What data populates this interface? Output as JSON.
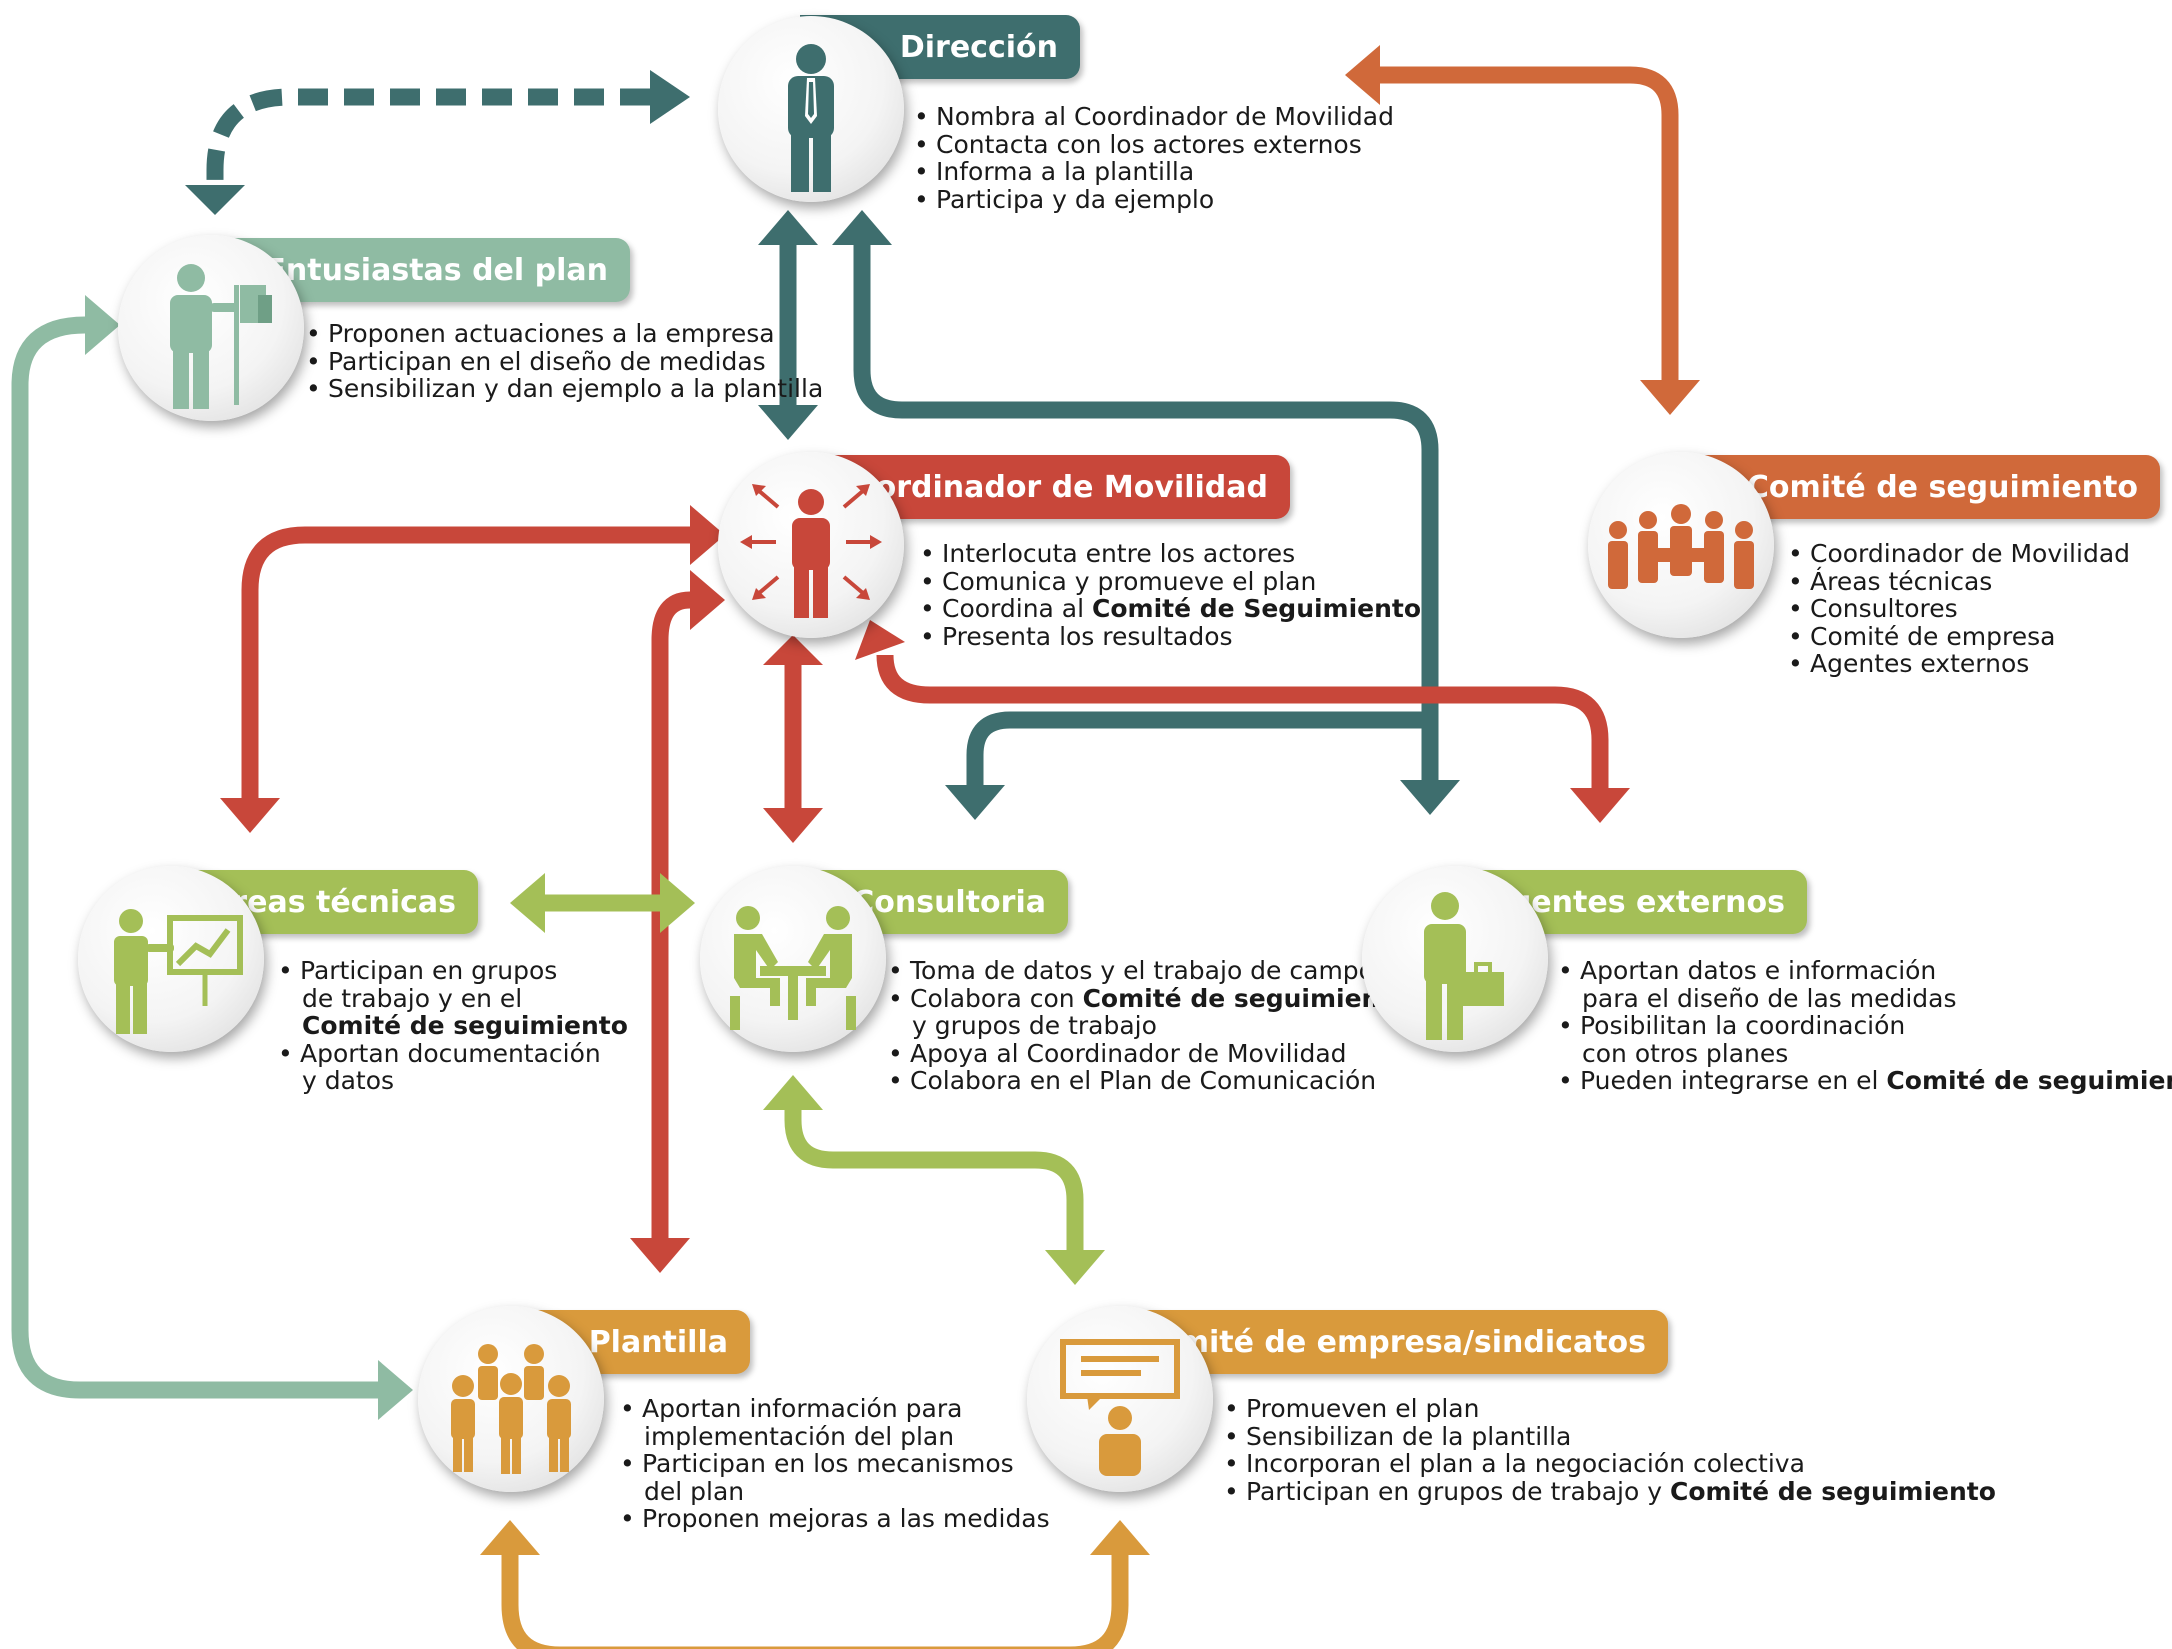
{
  "nodes": {
    "direccion": {
      "title": "Dirección",
      "color": "#3e6e6e",
      "icon": "businessman-icon",
      "items": [
        {
          "text": "Nombra al Coordinador de Movilidad"
        },
        {
          "text": "Contacta con los actores externos"
        },
        {
          "text": "Informa a la plantilla"
        },
        {
          "text": "Participa y da ejemplo"
        }
      ]
    },
    "entusiastas": {
      "title": "Entusiastas del plan",
      "color": "#8fbba3",
      "icon": "presenter-flag-icon",
      "items": [
        {
          "text": "Proponen actuaciones a la empresa"
        },
        {
          "text": "Participan en el diseño de medidas"
        },
        {
          "text": "Sensibilizan y dan ejemplo a la plantilla"
        }
      ]
    },
    "coordinador": {
      "title": "Coordinador de Movilidad",
      "color": "#c8473a",
      "icon": "person-radiating-arrows-icon",
      "items": [
        {
          "text": "Interlocuta entre los actores"
        },
        {
          "text": "Comunica y promueve el plan"
        },
        {
          "text": "Coordina al ",
          "bold": "Comité de Seguimiento"
        },
        {
          "text": "Presenta los resultados"
        }
      ]
    },
    "comite_seguimiento": {
      "title": "Comité de seguimiento",
      "color": "#d0693a",
      "icon": "group-of-people-icon",
      "items": [
        {
          "text": "Coordinador de Movilidad"
        },
        {
          "text": "Áreas técnicas"
        },
        {
          "text": "Consultores"
        },
        {
          "text": "Comité de empresa"
        },
        {
          "text": "Agentes externos"
        }
      ]
    },
    "areas": {
      "title": "Áreas técnicas",
      "color": "#a4bf57",
      "icon": "presenter-chart-icon",
      "items": [
        {
          "text": "Participan en grupos",
          "cont": "de trabajo y en el",
          "cont_bold": "Comité de seguimiento"
        },
        {
          "text": "Aportan documentación",
          "cont": "y datos"
        }
      ]
    },
    "consultoria": {
      "title": "Consultoria",
      "color": "#a4bf57",
      "icon": "meeting-table-icon",
      "items": [
        {
          "text": "Toma de datos y el trabajo de campo"
        },
        {
          "text": "Colabora con ",
          "bold": "Comité de seguimiento",
          "cont": "y grupos de trabajo"
        },
        {
          "text": "Apoya al Coordinador de Movilidad"
        },
        {
          "text": "Colabora en el Plan de Comunicación"
        }
      ]
    },
    "agentes": {
      "title": "Agentes externos",
      "color": "#a4bf57",
      "icon": "person-briefcase-icon",
      "items": [
        {
          "text": "Aportan datos e información",
          "cont": "para el diseño de las medidas"
        },
        {
          "text": "Posibilitan la coordinación",
          "cont": "con otros planes"
        },
        {
          "text": "Pueden integrarse en el ",
          "bold": "Comité de seguimiento"
        }
      ]
    },
    "plantilla": {
      "title": "Plantilla",
      "color": "#d99a3c",
      "icon": "crowd-of-workers-icon",
      "items": [
        {
          "text": "Aportan información para",
          "cont": "implementación del plan"
        },
        {
          "text": "Participan en los mecanismos",
          "cont": "del plan"
        },
        {
          "text": "Proponen mejoras a las medidas"
        }
      ]
    },
    "comite_empresa": {
      "title": "Comité de empresa/sindicatos",
      "color": "#d99a3c",
      "icon": "person-speech-bubble-icon",
      "items": [
        {
          "text": "Promueven el plan"
        },
        {
          "text": "Sensibilizan de la plantilla"
        },
        {
          "text": "Incorporan el plan a la negociación colectiva"
        },
        {
          "text": "Participan en grupos de trabajo y ",
          "bold": "Comité de seguimiento"
        }
      ]
    }
  },
  "arrow_colors": {
    "teal": "#3e6e6e",
    "red": "#c8473a",
    "orange": "#d0693a",
    "green": "#a4bf57",
    "mint": "#8fbba3",
    "gold": "#d99a3c"
  }
}
